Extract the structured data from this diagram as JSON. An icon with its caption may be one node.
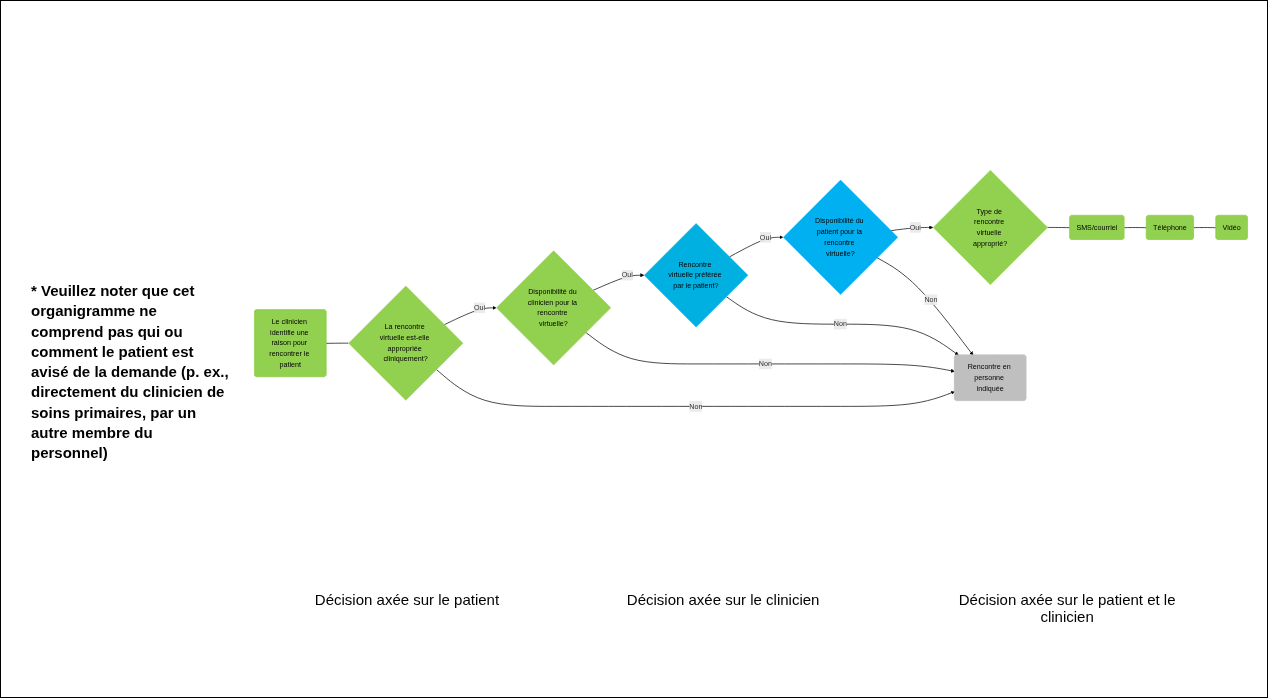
{
  "diagram": {
    "nodes": [
      {
        "text": [
          "Le clinicien identifie une raison pour rencontrer le patient"
        ]
      },
      {
        "text": [
          "La rencontre virtuelle est-elle appropriée cliniquement?"
        ]
      },
      {
        "text": [
          "Disponibilité du clinicien pour la rencontre virtuelle?"
        ]
      },
      {
        "text": [
          "Rencontre virtuelle préférée par le patient?"
        ]
      },
      {
        "text": [
          "Disponibilité du patient pour la rencontre virtuelle?"
        ]
      },
      {
        "text": [
          "Type de rencontre virtuelle approprié?"
        ]
      },
      {
        "text": [
          "Rencontre en personne indiquée"
        ]
      },
      {
        "text": [
          "SMS/courriel"
        ]
      },
      {
        "text": [
          "Téléphone"
        ]
      },
      {
        "text": [
          "Vidéo"
        ]
      }
    ],
    "edges": [
      {
        "from": 0,
        "to": 1,
        "arrow": "none"
      },
      {
        "from": 1,
        "to": 2,
        "label": "Oui",
        "arrow": "to"
      },
      {
        "from": 2,
        "to": 3,
        "label": "Oui",
        "arrow": "to"
      },
      {
        "from": 3,
        "to": 4,
        "label": "Oui",
        "arrow": "to"
      },
      {
        "from": 4,
        "to": 5,
        "label": "Oui",
        "arrow": "to"
      },
      {
        "from": 1,
        "to": 6,
        "label": "Non",
        "arrow": "to"
      },
      {
        "from": 2,
        "to": 6,
        "label": "Non",
        "arrow": "to"
      },
      {
        "from": 3,
        "to": 6,
        "label": "Non",
        "arrow": "to"
      },
      {
        "from": 4,
        "to": 6,
        "label": "Non",
        "arrow": "to"
      },
      {
        "from": 5,
        "to": 7,
        "arrow": "none"
      },
      {
        "from": 7,
        "to": 8,
        "arrow": "none"
      },
      {
        "from": 8,
        "to": 9,
        "arrow": "none"
      }
    ],
    "labels": [
      "* Veuillez noter que cet organigramme ne comprend pas qui ou comment le patient est avisé de la demande (p. ex., directement du clinicien de soins primaires, par un autre membre du personnel)",
      "Décision axée sur le patient",
      "Décision axée sur le clinicien",
      "Décision axée sur le patient et le clinicien"
    ]
  }
}
